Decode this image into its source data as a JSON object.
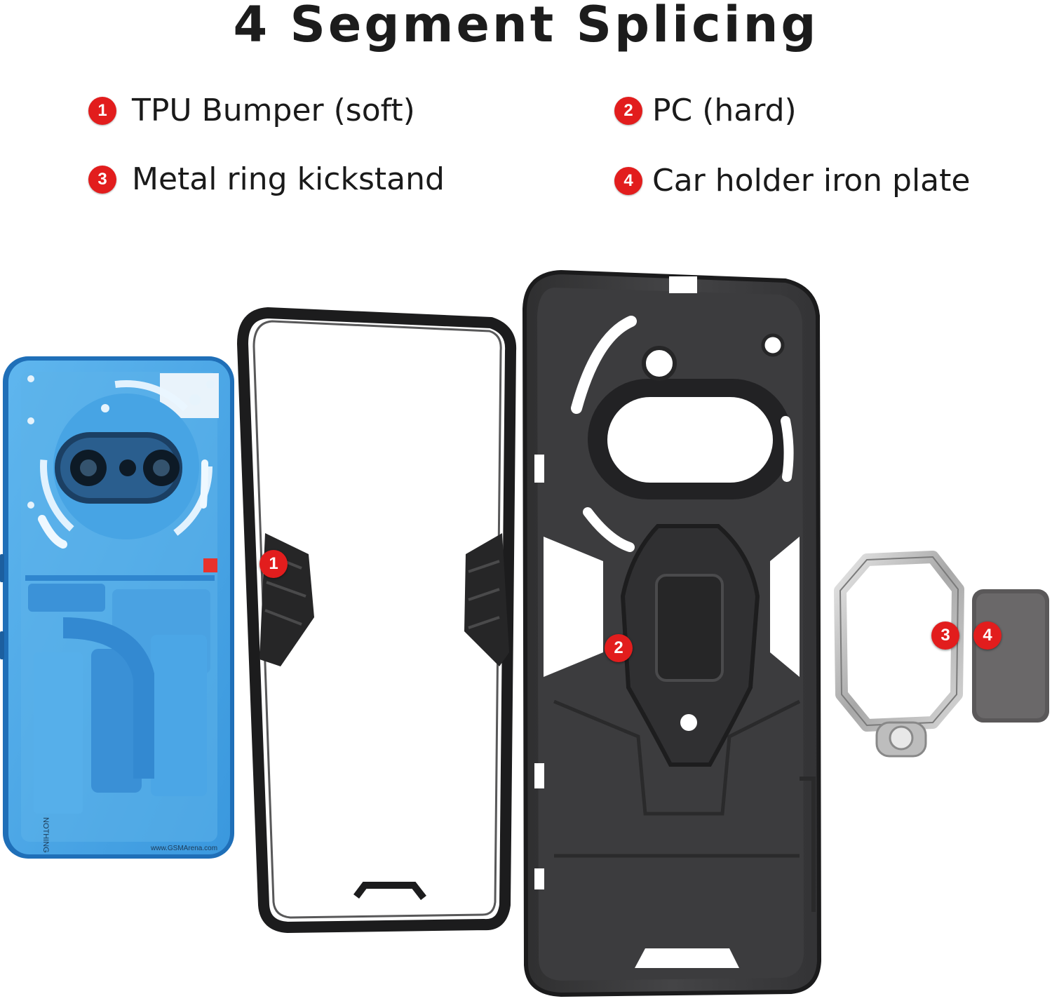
{
  "title": "4 Segment Splicing",
  "legend": [
    {
      "number": "1",
      "label": "TPU Bumper (soft)"
    },
    {
      "number": "2",
      "label": "PC (hard)"
    },
    {
      "number": "3",
      "label": "Metal ring kickstand"
    },
    {
      "number": "4",
      "label": "Car holder iron plate"
    }
  ],
  "markers": {
    "bumper": "1",
    "shell": "2",
    "ring": "3",
    "plate": "4"
  },
  "phone_text": {
    "brand": "NOTHING",
    "watermark": "www.GSMArena.com"
  },
  "colors": {
    "badge": "#e21d1d",
    "phone": "#4aa8e8",
    "case": "#3e3e3f",
    "ring": "#c9c9c9",
    "plate": "#5a5859"
  }
}
